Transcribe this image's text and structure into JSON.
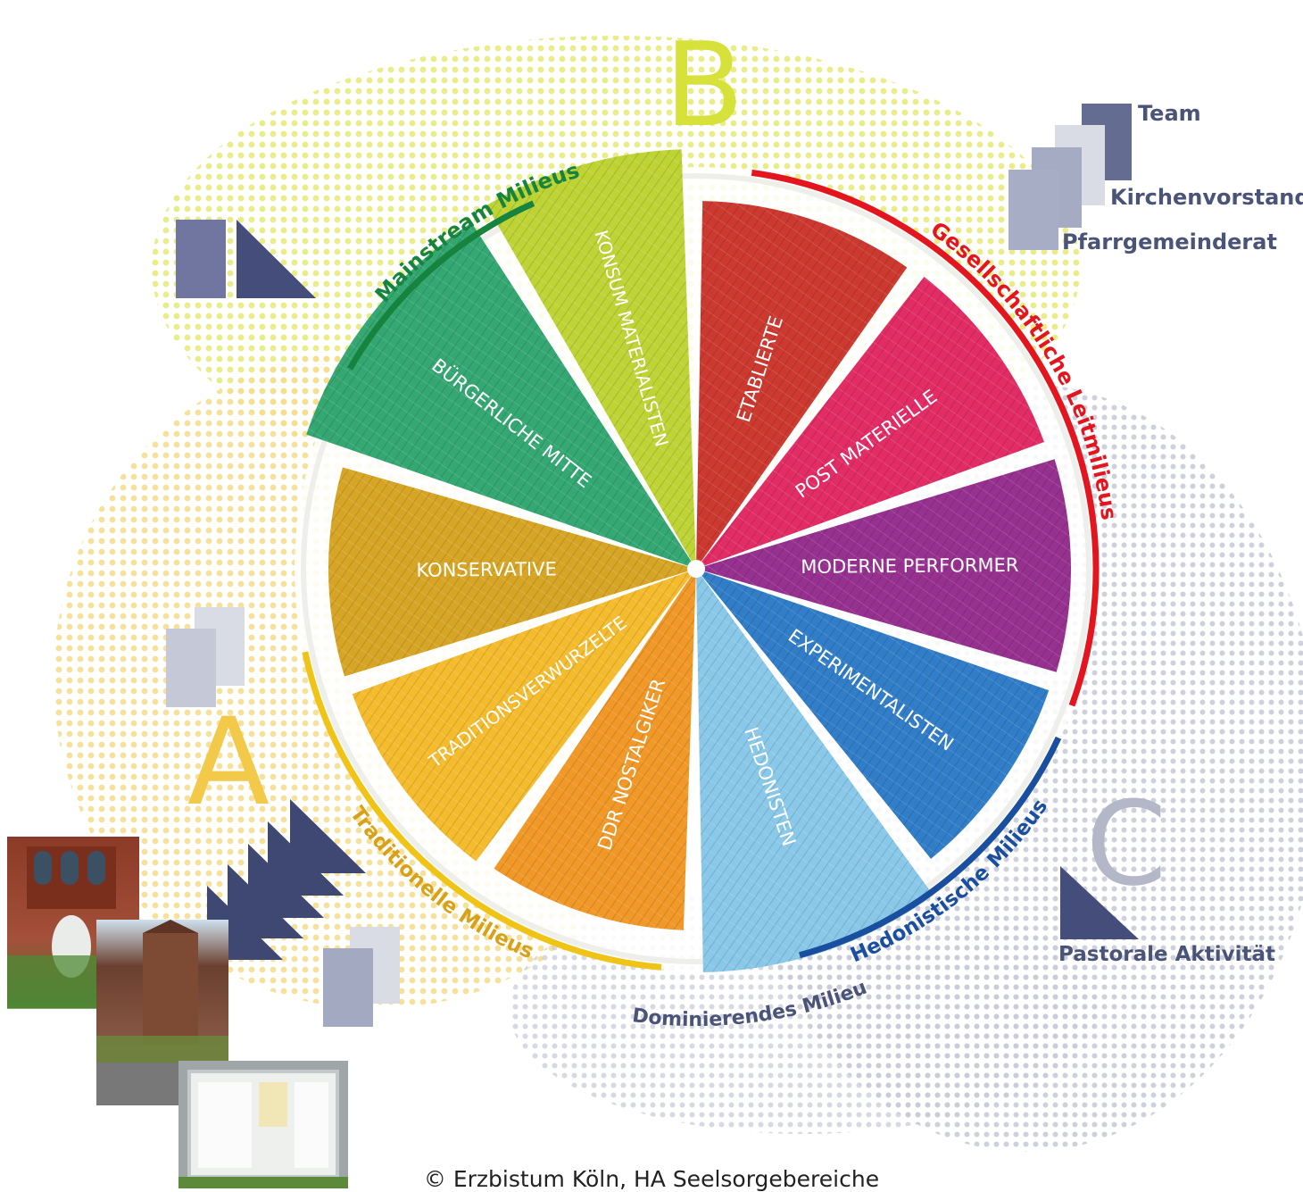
{
  "letters": {
    "a": "A",
    "b": "B",
    "c": "C"
  },
  "legend": {
    "team": "Team",
    "kirchenvorstand": "Kirchenvorstand",
    "pfarrgemeinderat": "Pfarrgemeinderat",
    "pastorale": "Pastorale Aktivität"
  },
  "arcs": {
    "mainstream": "Mainstream Milieus",
    "leit": "Gesellschaftliche Leitmilieus",
    "hedon": "Hedonistische Milieus",
    "trad": "Traditionelle Milieus",
    "dominierend": "Dominierendes Milieu"
  },
  "segments": [
    {
      "label": "ETABLIERTE",
      "color": "#c8281e"
    },
    {
      "label": "POST MATERIELLE",
      "color": "#e01a58"
    },
    {
      "label": "MODERNE PERFORMER",
      "color": "#8e1f85"
    },
    {
      "label": "EXPERIMENTALISTEN",
      "color": "#1f72c2"
    },
    {
      "label": "HEDONISTEN",
      "color": "#7fc3e6"
    },
    {
      "label": "DDR NOSTALGIKER",
      "color": "#ef8f16"
    },
    {
      "label": "TRADITIONSVERWURZELTE",
      "color": "#f3b51c"
    },
    {
      "label": "KONSERVATIVE",
      "color": "#d49d14"
    },
    {
      "label": "BÜRGERLICHE MITTE",
      "color": "#24a067"
    },
    {
      "label": "KONSUM MATERIALISTEN",
      "color": "#b9cf25"
    }
  ],
  "colors": {
    "mainstream": "#16843f",
    "leit": "#e3161f",
    "hedon": "#1a4fa0",
    "trad": "#f0c417",
    "letterA": "#f3c94a",
    "letterB": "#d6e23a",
    "letterC": "#b3b7c7",
    "legendText": "#4a5378",
    "square": "#6e7598"
  },
  "copyright": "© Erzbistum Köln, HA Seelsorgebereiche"
}
